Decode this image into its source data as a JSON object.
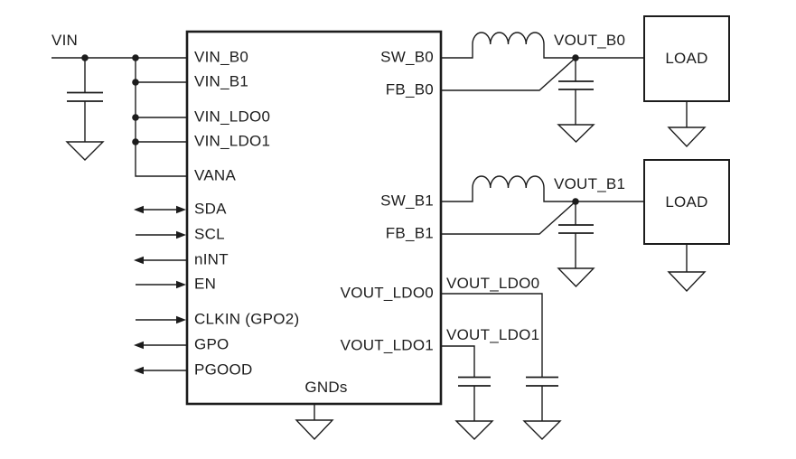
{
  "colors": {
    "line": "#1c1c1c",
    "text": "#1c1c1c",
    "background": "#ffffff"
  },
  "nets": {
    "vin": "VIN",
    "vout_b0": "VOUT_B0",
    "vout_b1": "VOUT_B1",
    "vout_ldo0": "VOUT_LDO0",
    "vout_ldo1": "VOUT_LDO1"
  },
  "ic": {
    "pins_left": [
      {
        "label": "VIN_B0",
        "signal": "power-input"
      },
      {
        "label": "VIN_B1",
        "signal": "power-input"
      },
      {
        "label": "VIN_LDO0",
        "signal": "power-input"
      },
      {
        "label": "VIN_LDO1",
        "signal": "power-input"
      },
      {
        "label": "VANA",
        "signal": "power-input"
      },
      {
        "label": "SDA",
        "signal": "bidirectional"
      },
      {
        "label": "SCL",
        "signal": "input"
      },
      {
        "label": "nINT",
        "signal": "output"
      },
      {
        "label": "EN",
        "signal": "input"
      },
      {
        "label": "CLKIN (GPO2)",
        "signal": "input"
      },
      {
        "label": "GPO",
        "signal": "output"
      },
      {
        "label": "PGOOD",
        "signal": "output"
      }
    ],
    "pins_right": [
      {
        "label": "SW_B0"
      },
      {
        "label": "FB_B0"
      },
      {
        "label": "SW_B1"
      },
      {
        "label": "FB_B1"
      },
      {
        "label": "VOUT_LDO0"
      },
      {
        "label": "VOUT_LDO1"
      }
    ],
    "pin_bottom": {
      "label": "GNDs"
    }
  },
  "loads": [
    {
      "label": "LOAD"
    },
    {
      "label": "LOAD"
    }
  ]
}
